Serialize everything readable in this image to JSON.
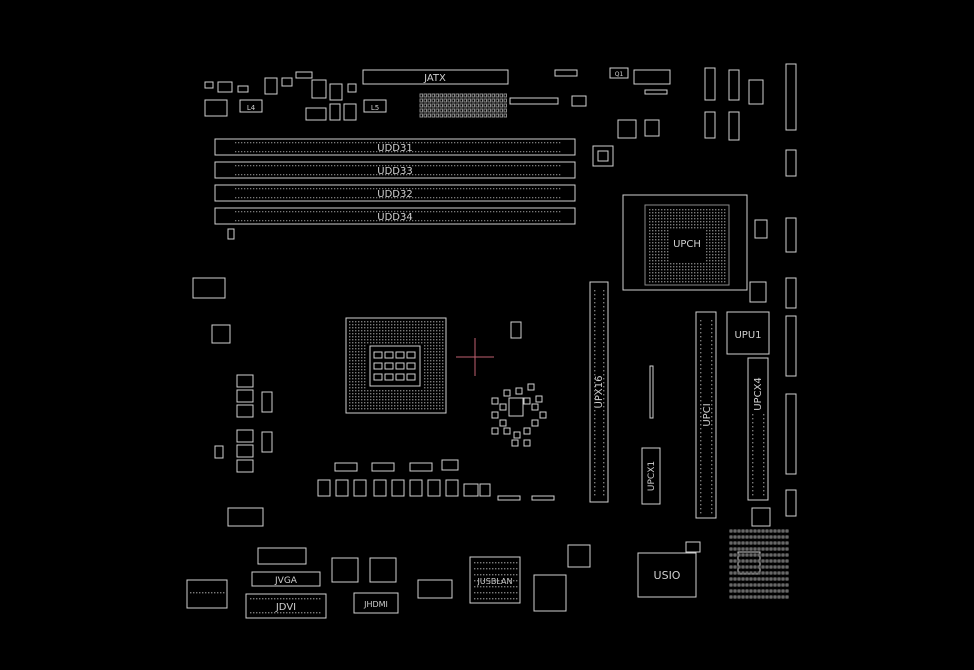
{
  "labels": {
    "jatx": "JATX",
    "udd31": "UDD31",
    "udd33": "UDD33",
    "udd32": "UDD32",
    "udd34": "UDD34",
    "upch": "UPCH",
    "upu1": "UPU1",
    "upx16": "UPX16",
    "upci": "UPCI",
    "upcx4": "UPCX4",
    "upcx1": "UPCX1",
    "usio": "USIO",
    "jvga": "JVGA",
    "jdvi": "JDVI",
    "jhdmi": "JHDMI",
    "jusblan": "JUSBLAN",
    "l4": "L4",
    "l5": "L5",
    "q1": "Q1"
  },
  "colors": {
    "background": "#000000",
    "outline": "#d0d0d0",
    "dim": "#8a8a8a",
    "cursor": "#c06070"
  }
}
